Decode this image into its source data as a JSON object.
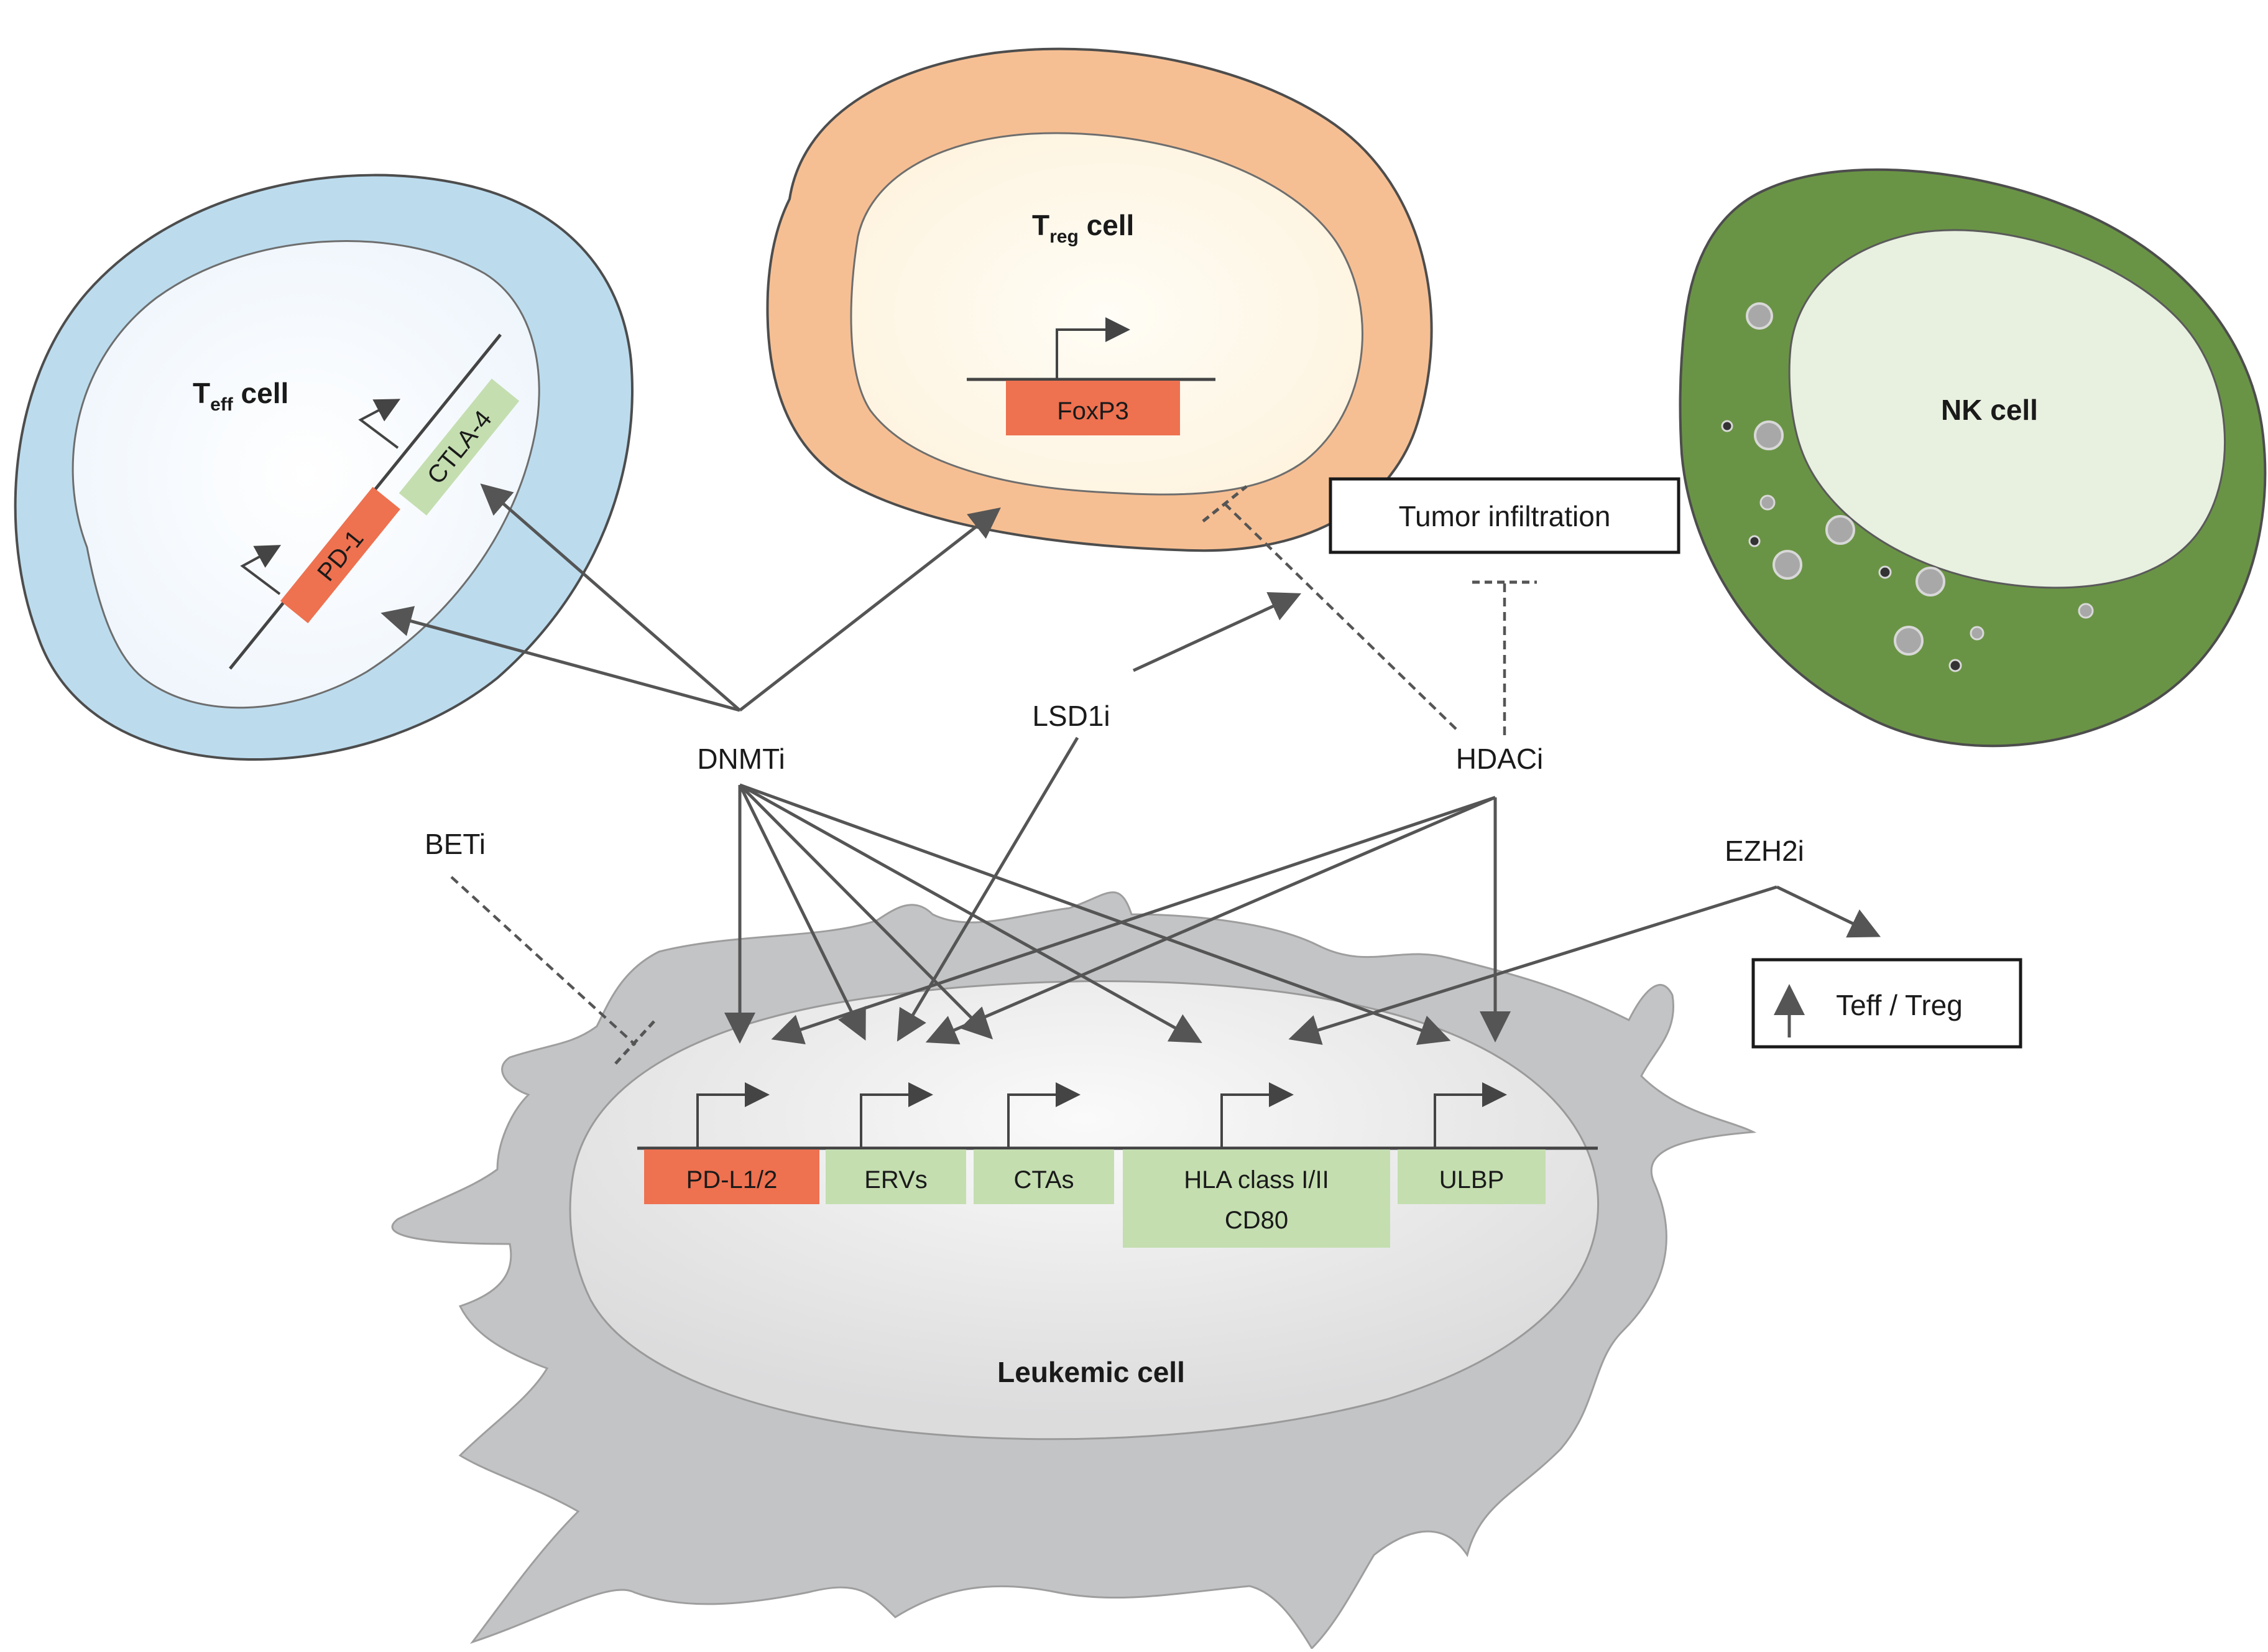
{
  "cells": {
    "teff": {
      "label_main": "T",
      "label_sub": "eff",
      "label_rest": " cell",
      "membrane_color": "#bcdcee",
      "nucleus_color": "#eef5fc"
    },
    "treg": {
      "label_main": "T",
      "label_sub": "reg",
      "label_rest": " cell",
      "membrane_color": "#f6bf93",
      "nucleus_color": "#fef7e8"
    },
    "nk": {
      "label": "NK cell",
      "membrane_color": "#6a9445",
      "nucleus_color": "#e8f0e0"
    },
    "leukemic": {
      "label": "Leukemic cell",
      "membrane_color": "#c3c4c6",
      "nucleus_color": "#eaeaeb"
    }
  },
  "genes": {
    "pd1": {
      "label": "PD-1",
      "color": "#ee7150"
    },
    "ctla4": {
      "label": "CTLA-4",
      "color": "#c4deb0"
    },
    "foxp3": {
      "label": "FoxP3",
      "color": "#ee7150"
    },
    "pdl12": {
      "label": "PD-L1/2",
      "color": "#ee7150"
    },
    "ervs": {
      "label": "ERVs",
      "color": "#c4deb0"
    },
    "ctas": {
      "label": "CTAs",
      "color": "#c4deb0"
    },
    "hla": {
      "label_line1": "HLA class I/II",
      "label_line2": "CD80",
      "color": "#c4deb0"
    },
    "ulbp": {
      "label": "ULBP",
      "color": "#c4deb0"
    }
  },
  "drugs": {
    "dnmti": "DNMTi",
    "lsd1i": "LSD1i",
    "hdaci": "HDACi",
    "beti": "BETi",
    "ezh2i": "EZH2i"
  },
  "boxes": {
    "tumor_infiltration": "Tumor infiltration",
    "teff_treg": "Teff / Treg"
  }
}
